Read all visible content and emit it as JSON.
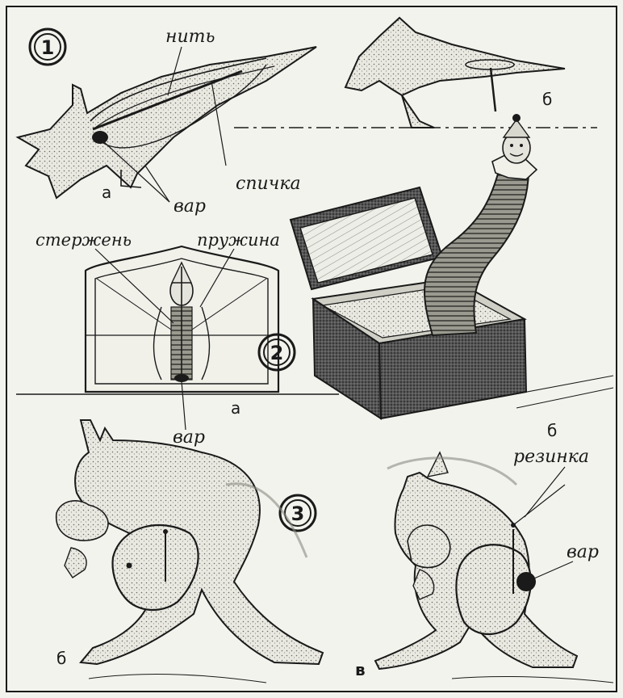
{
  "figure_1": {
    "number": "1",
    "label_thread": "нить",
    "label_match": "спичка",
    "label_wax": "вар",
    "sub_a": "а",
    "sub_b": "б"
  },
  "figure_2": {
    "number": "2",
    "label_rod": "стержень",
    "label_spring": "пружина",
    "label_wax": "вар",
    "sub_a": "а",
    "sub_b": "б"
  },
  "figure_3": {
    "number": "3",
    "label_rubber": "резинка",
    "label_wax": "вар",
    "sub_b": "б",
    "sub_v": "в"
  },
  "colors": {
    "paper": "#f3f3ee",
    "ink": "#1a1a1a",
    "shade": "#7a7a72"
  }
}
